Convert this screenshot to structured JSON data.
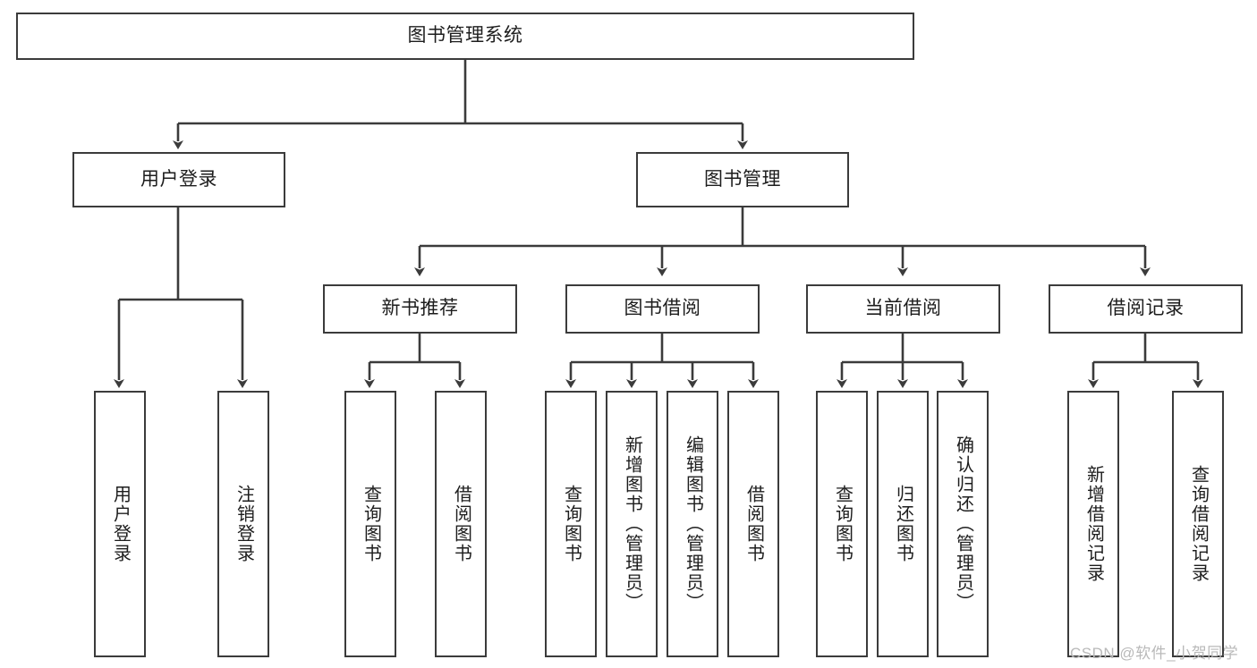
{
  "diagram": {
    "title": "图书管理系统",
    "type": "tree",
    "watermark": "CSDN @软件_小贺同学",
    "colors": {
      "stroke": "#3b3b3b",
      "box_fill": "#ffffff",
      "text": "#1d1d1d",
      "background": "#ffffff",
      "watermark": "#b9b9b9"
    },
    "nodes": {
      "root": {
        "label": "图书管理系统"
      },
      "level2": [
        {
          "id": "user-login",
          "label": "用户登录"
        },
        {
          "id": "book-manage",
          "label": "图书管理"
        }
      ],
      "level3": [
        {
          "id": "new-book-recommend",
          "label": "新书推荐"
        },
        {
          "id": "book-borrow",
          "label": "图书借阅"
        },
        {
          "id": "current-borrow",
          "label": "当前借阅"
        },
        {
          "id": "borrow-record",
          "label": "借阅记录"
        }
      ],
      "leaves": {
        "user-login": [
          {
            "id": "leaf-user-login",
            "label": "用户登录"
          },
          {
            "id": "leaf-logout",
            "label": "注销登录"
          }
        ],
        "new-book-recommend": [
          {
            "id": "leaf-query-book-1",
            "label": "查询图书"
          },
          {
            "id": "leaf-borrow-book-1",
            "label": "借阅图书"
          }
        ],
        "book-borrow": [
          {
            "id": "leaf-query-book-2",
            "label": "查询图书"
          },
          {
            "id": "leaf-add-book",
            "label": "新增图书（管理员）"
          },
          {
            "id": "leaf-edit-book",
            "label": "编辑图书（管理员）"
          },
          {
            "id": "leaf-borrow-book-2",
            "label": "借阅图书"
          }
        ],
        "current-borrow": [
          {
            "id": "leaf-query-book-3",
            "label": "查询图书"
          },
          {
            "id": "leaf-return-book",
            "label": "归还图书"
          },
          {
            "id": "leaf-confirm-return",
            "label": "确认归还（管理员）"
          }
        ],
        "borrow-record": [
          {
            "id": "leaf-add-record",
            "label": "新增借阅记录"
          },
          {
            "id": "leaf-query-record",
            "label": "查询借阅记录"
          }
        ]
      }
    }
  }
}
